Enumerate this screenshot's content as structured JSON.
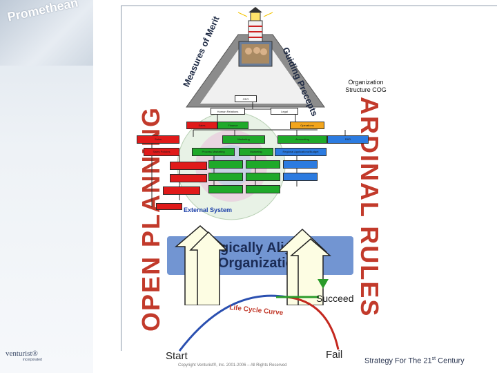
{
  "side": {
    "photo_word": "Promethean"
  },
  "rules": {
    "left": "OPEN PLANNING",
    "right": "ARDINAL RULES"
  },
  "pyramid": {
    "left_side": "Measures of Merit",
    "right_side": "Guiding Precepts"
  },
  "org_label": {
    "line1": "Organization",
    "line2": "Structure COG"
  },
  "org_boxes": {
    "top": "CEO",
    "level2_left": "Human Relations",
    "level2_right": "Legal",
    "level3_a": "Sales",
    "level3_b": "Finance",
    "level3_c": "Operations",
    "level4_a": "Sales",
    "level4_b": "Marketing",
    "level4_c": "Accounting",
    "level4_d": "R&D",
    "level4_e": "Sales Policies",
    "level4_f": "Process Marketing",
    "level4_g": "Marketing",
    "level4_h": "Regional Applications/Budget"
  },
  "external_system": "External System",
  "aligned": {
    "line1": "Logically Aligned",
    "line2": "Organization"
  },
  "lifecycle": {
    "succeed": "Succeed",
    "curve_label": "Life Cycle Curve",
    "start": "Start",
    "fail": "Fail"
  },
  "footer": {
    "copyright": "Copyright Venturist®, Inc. 2001-2006 – All Rights Reserved",
    "logo": "venturist®",
    "logo_sub": "incorporated",
    "title_pre": "Strategy For The 21",
    "title_sup": "st",
    "title_post": " Century"
  },
  "colors": {
    "rule_red": "#c23a2b",
    "green": "#1fa92a",
    "red": "#e01a1a",
    "blue": "#2c7be0",
    "aligned": "#6a8fd0"
  },
  "icons": [
    "lighthouse-icon",
    "people-photo",
    "arrow-up-icon",
    "arrow-curve-icon"
  ]
}
